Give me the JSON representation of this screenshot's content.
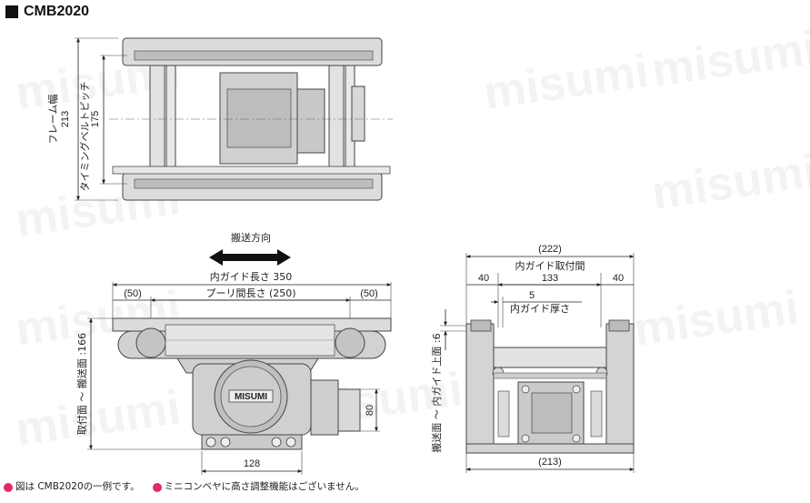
{
  "header": {
    "title": "CMB2020"
  },
  "watermark": "misumi",
  "top_view": {
    "frame_width_label": "フレーム幅",
    "frame_width_value": "213",
    "belt_pitch_label": "タイミングベルトピッチ",
    "belt_pitch_value": "175"
  },
  "front_view": {
    "conveying_direction": "搬送方向",
    "inner_guide_length": "内ガイド長さ 350",
    "pulley_span": "プーリ間長さ (250)",
    "left_offset": "(50)",
    "right_offset": "(50)",
    "height_label": "取付面 ～ 搬送面 :166",
    "base_width": "128",
    "motor_height": "80",
    "brand_plate": "MISUMI"
  },
  "side_view": {
    "overall_width": "(222)",
    "guide_mount_pitch": "内ガイド取付間",
    "left_margin": "40",
    "center_span": "133",
    "right_margin": "40",
    "guide_thickness_value": "5",
    "guide_thickness_label": "内ガイド厚さ",
    "height_label": "搬送面 ～ 内ガイド上面 :6",
    "base_width": "(213)"
  },
  "footer": {
    "note1": "図は CMB2020の一例です。",
    "note2": "ミニコンベヤに高さ調整機能はございません。"
  },
  "colors": {
    "part_fill": "#d6d6d6",
    "part_dark": "#9a9a9a",
    "outline": "#444444",
    "accent_pin": "#e0286a"
  }
}
